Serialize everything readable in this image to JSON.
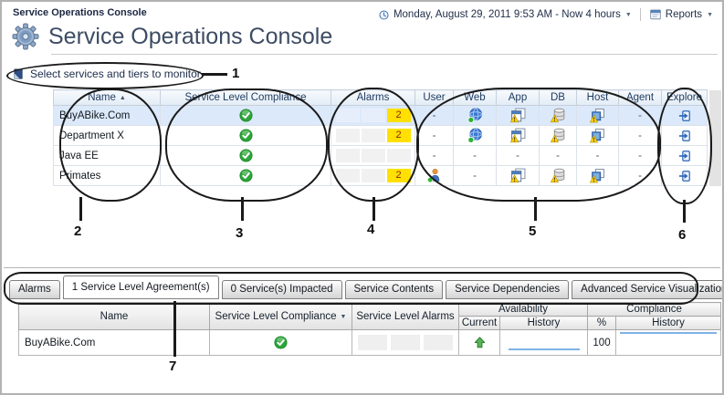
{
  "page": {
    "breadcrumb": "Service Operations Console",
    "title": "Service Operations Console",
    "time_range": "Monday, August 29, 2011 9:53 AM - Now 4 hours",
    "reports_label": "Reports"
  },
  "toolbar": {
    "select_services_label": "Select services and tiers to monitor"
  },
  "glyphs": {
    "sort_asc": "▲",
    "sort_desc": "▼",
    "dropdown": "▼"
  },
  "icons": {
    "page_header": "gear-icon",
    "time_range": "clock-icon",
    "reports": "report-icon",
    "select_services": "select-panel-icon",
    "compliance_ok": "green-check-circle-icon",
    "web_tier": "globe-icon",
    "app_tier": "app-windows-warning-icon",
    "db_tier": "database-warning-icon",
    "host_tier": "host-windows-warning-icon",
    "user_tier": "user-person-icon",
    "explore": "explore-arrow-icon",
    "availability_current": "green-up-arrow-icon"
  },
  "services_table": {
    "columns": {
      "name": "Name",
      "compliance": "Service Level Compliance",
      "alarms": "Alarms",
      "user": "User",
      "web": "Web",
      "app": "App",
      "db": "DB",
      "host": "Host",
      "agent": "Agent",
      "explore": "Explore"
    },
    "rows": [
      {
        "name": "BuyABike.Com",
        "alarm_count": "2",
        "user": "-",
        "agent": "-"
      },
      {
        "name": "Department X",
        "alarm_count": "2",
        "user": "-",
        "agent": "-"
      },
      {
        "name": "Java EE",
        "user": "-",
        "web": "-",
        "app": "-",
        "db": "-",
        "host": "-",
        "agent": "-"
      },
      {
        "name": "Primates",
        "alarm_count": "2",
        "web": "-",
        "agent": "-"
      }
    ]
  },
  "detail_tabs": [
    "Alarms",
    "1 Service Level Agreement(s)",
    "0 Service(s) Impacted",
    "Service Contents",
    "Service Dependencies",
    "Advanced Service Visualization"
  ],
  "sla_table": {
    "columns": {
      "name": "Name",
      "compliance": "Service Level Compliance",
      "alarms": "Service Level Alarms",
      "availability": "Availability",
      "current": "Current",
      "history": "History",
      "percent": "%",
      "compliance_group": "Compliance",
      "compliance_history": "History"
    },
    "rows": [
      {
        "name": "BuyABike.Com",
        "availability_percent": "100"
      }
    ]
  },
  "callouts": [
    "1",
    "2",
    "3",
    "4",
    "5",
    "6",
    "7"
  ],
  "colors": {
    "alarm_badge": "#ffe000",
    "alarm_count_text": "#8a2a00",
    "selected_row": "#dbe9fb",
    "compliance_ok_green": "#2ea63a",
    "availability_up_green": "#56b456",
    "history_line_blue": "#7fb2e5"
  }
}
